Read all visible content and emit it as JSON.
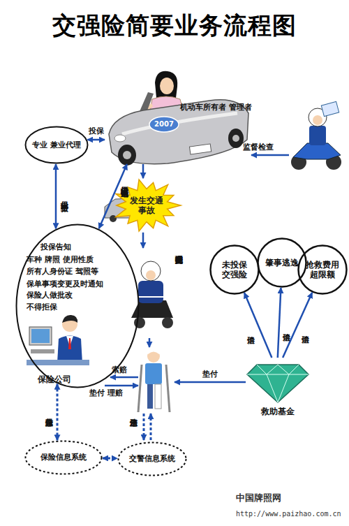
{
  "diagram": {
    "title": "交强险简要业务流程图",
    "nodes": [
      {
        "text": [
          "专业 兼业代理"
        ]
      },
      {
        "text": [
          "机动车所有者 管理者"
        ]
      },
      {
        "text": [
          "发生交通事故"
        ]
      },
      {
        "text": [
          "按公安交管部门规定处理"
        ]
      },
      {
        "text": [
          "投保告知",
          "车种 牌照 使用性质",
          "所有人身份证 驾照等",
          "保单事项变更及时通知",
          "保险人做批改",
          "不得拒保",
          "保险公司"
        ]
      },
      {
        "text": [
          "未投保 交强险"
        ]
      },
      {
        "text": [
          "肇事逃逸"
        ]
      },
      {
        "text": [
          "抢救费用 超限额"
        ]
      },
      {
        "text": [
          "救助基金"
        ]
      },
      {
        "text": [
          "保险信息系统"
        ]
      },
      {
        "text": [
          "交警信息系统"
        ]
      }
    ],
    "edges": [
      {
        "from": 1,
        "to": 0,
        "label": "投保",
        "arrow": "both"
      },
      {
        "from": 0,
        "to": 4,
        "label": "投保 缴费",
        "arrow": "both"
      },
      {
        "from": 1,
        "to": 4,
        "label": "上门投保 电话直销",
        "arrow": "both"
      },
      {
        "from": 1,
        "to": 2,
        "arrow": "to"
      },
      {
        "from": 2,
        "to": 3,
        "arrow": "to"
      },
      {
        "from": 8,
        "to": 5,
        "label": "追偿",
        "arrow": "to"
      },
      {
        "from": 8,
        "to": 6,
        "label": "追偿",
        "arrow": "to"
      },
      {
        "from": 8,
        "to": 7,
        "label": "追偿",
        "arrow": "to"
      },
      {
        "from": 4,
        "to": 9,
        "label": "保险信息",
        "arrow": "both"
      },
      {
        "from": 9,
        "to": 10,
        "arrow": "both"
      }
    ],
    "labels": [
      "监督检查",
      "索赔",
      "垫付 理赔",
      "垫付",
      "违法信息",
      "2007",
      "中国牌照网",
      "http://www.paizhao.com.cn"
    ]
  }
}
